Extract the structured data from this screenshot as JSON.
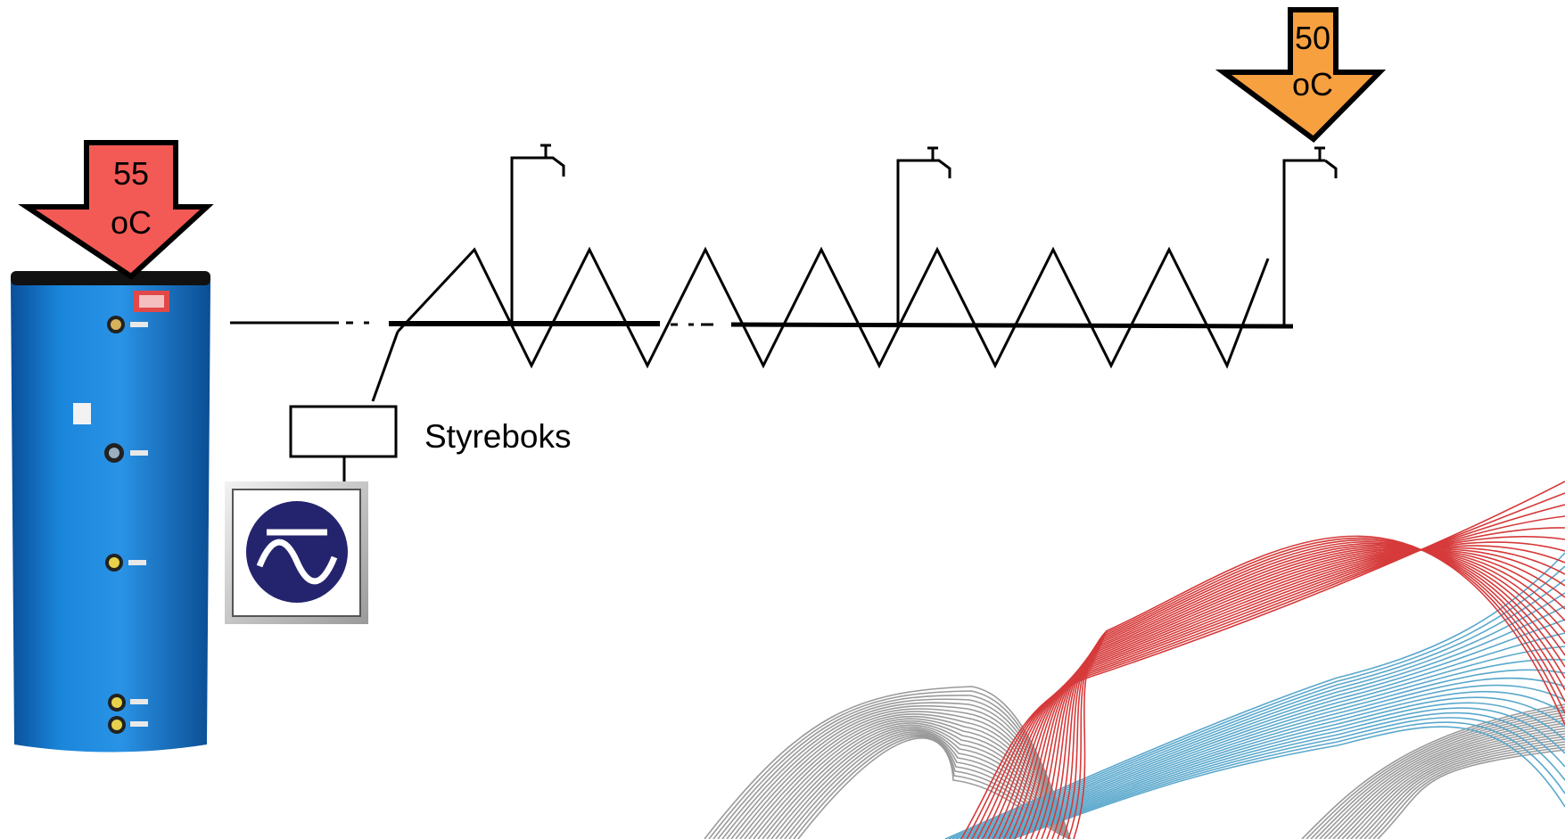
{
  "tank_arrow": {
    "temperature": "55",
    "unit": "oC",
    "color": "#f45a55"
  },
  "tap_arrow": {
    "temperature": "50",
    "unit": "oC",
    "color": "#f7a040"
  },
  "control_box": {
    "label": "Styreboks"
  },
  "power_icon": {
    "icon": "ac-sine-icon",
    "color": "#24246e"
  },
  "tank": {
    "color": "#1a7dd4",
    "cap_color": "#111111"
  },
  "decoration": {
    "red_lines_color": "#d63a3a",
    "blue_lines_color": "#5aa8cc",
    "grey_lines_color": "#9a9a9a"
  }
}
